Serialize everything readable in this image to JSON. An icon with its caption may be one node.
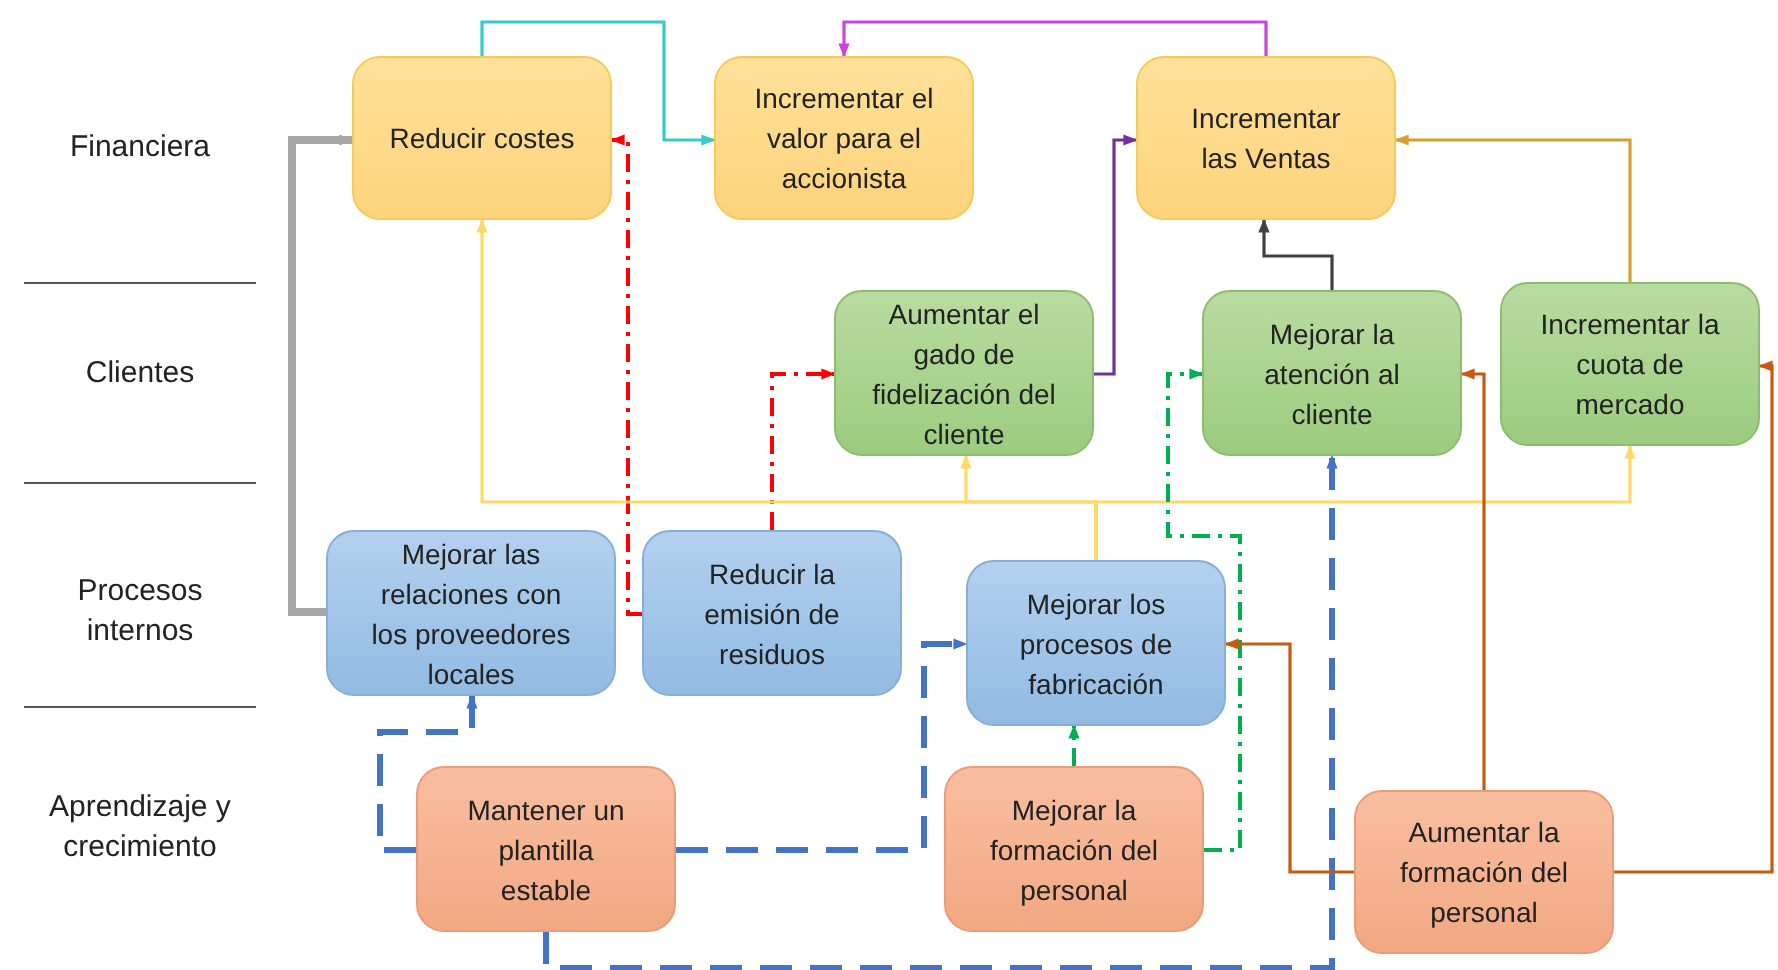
{
  "diagram": {
    "nodes": [
      {
        "text": [
          "Reducir costes"
        ]
      },
      {
        "text": [
          "Incrementar el valor para el accionista"
        ]
      },
      {
        "text": [
          "Incrementar las Ventas"
        ]
      },
      {
        "text": [
          "Aumentar el gado de fidelización del cliente"
        ]
      },
      {
        "text": [
          "Mejorar la atención al cliente"
        ]
      },
      {
        "text": [
          "Incrementar la cuota de mercado"
        ]
      },
      {
        "text": [
          "Mejorar las relaciones con los proveedores locales"
        ]
      },
      {
        "text": [
          "Reducir la emisión de residuos"
        ]
      },
      {
        "text": [
          "Mejorar los procesos de fabricación"
        ]
      },
      {
        "text": [
          "Mantener un plantilla estable"
        ]
      },
      {
        "text": [
          "Mejorar la formación del personal"
        ]
      },
      {
        "text": [
          "Aumentar la formación del personal"
        ]
      }
    ],
    "edges": [
      {
        "from": 0,
        "to": 1,
        "arrow": "to",
        "color": "#33cccc"
      },
      {
        "from": 2,
        "to": 1,
        "arrow": "to",
        "color": "#cc44dd"
      },
      {
        "from": 3,
        "to": 2,
        "arrow": "to",
        "color": "#7030a0"
      },
      {
        "from": 4,
        "to": 2,
        "arrow": "to",
        "color": "#404040"
      },
      {
        "from": 5,
        "to": 2,
        "arrow": "to",
        "color": "#d4a030"
      },
      {
        "from": 6,
        "to": 0,
        "arrow": "to",
        "style": "thick",
        "color": "#a6a6a6"
      },
      {
        "from": 7,
        "to": 0,
        "arrow": "to",
        "style": "dashed",
        "color": "#ff0000"
      },
      {
        "from": 7,
        "to": 3,
        "arrow": "to",
        "style": "dashed",
        "color": "#ff0000"
      },
      {
        "from": 8,
        "to": 0,
        "arrow": "to",
        "color": "#ffd966"
      },
      {
        "from": 8,
        "to": 3,
        "arrow": "to",
        "color": "#ffd966"
      },
      {
        "from": 8,
        "to": 5,
        "arrow": "to",
        "color": "#ffd966"
      },
      {
        "from": 10,
        "to": 8,
        "arrow": "to",
        "style": "dashed",
        "color": "#00b050"
      },
      {
        "from": 10,
        "to": 4,
        "arrow": "to",
        "style": "dashed",
        "color": "#00b050"
      },
      {
        "from": 9,
        "to": 6,
        "arrow": "to",
        "style": "dashed",
        "color": "#4472c4"
      },
      {
        "from": 9,
        "to": 8,
        "arrow": "to",
        "style": "dashed",
        "color": "#4472c4"
      },
      {
        "from": 9,
        "to": 4,
        "arrow": "to",
        "style": "dashed",
        "color": "#4472c4"
      },
      {
        "from": 11,
        "to": 8,
        "arrow": "to",
        "color": "#c55a11"
      },
      {
        "from": 11,
        "to": 4,
        "arrow": "to",
        "color": "#c55a11"
      },
      {
        "from": 11,
        "to": 5,
        "arrow": "to",
        "color": "#c55a11"
      }
    ],
    "labels": [
      "Financiera",
      "Clientes",
      "Procesos internos",
      "Aprendizaje y crecimiento"
    ]
  }
}
